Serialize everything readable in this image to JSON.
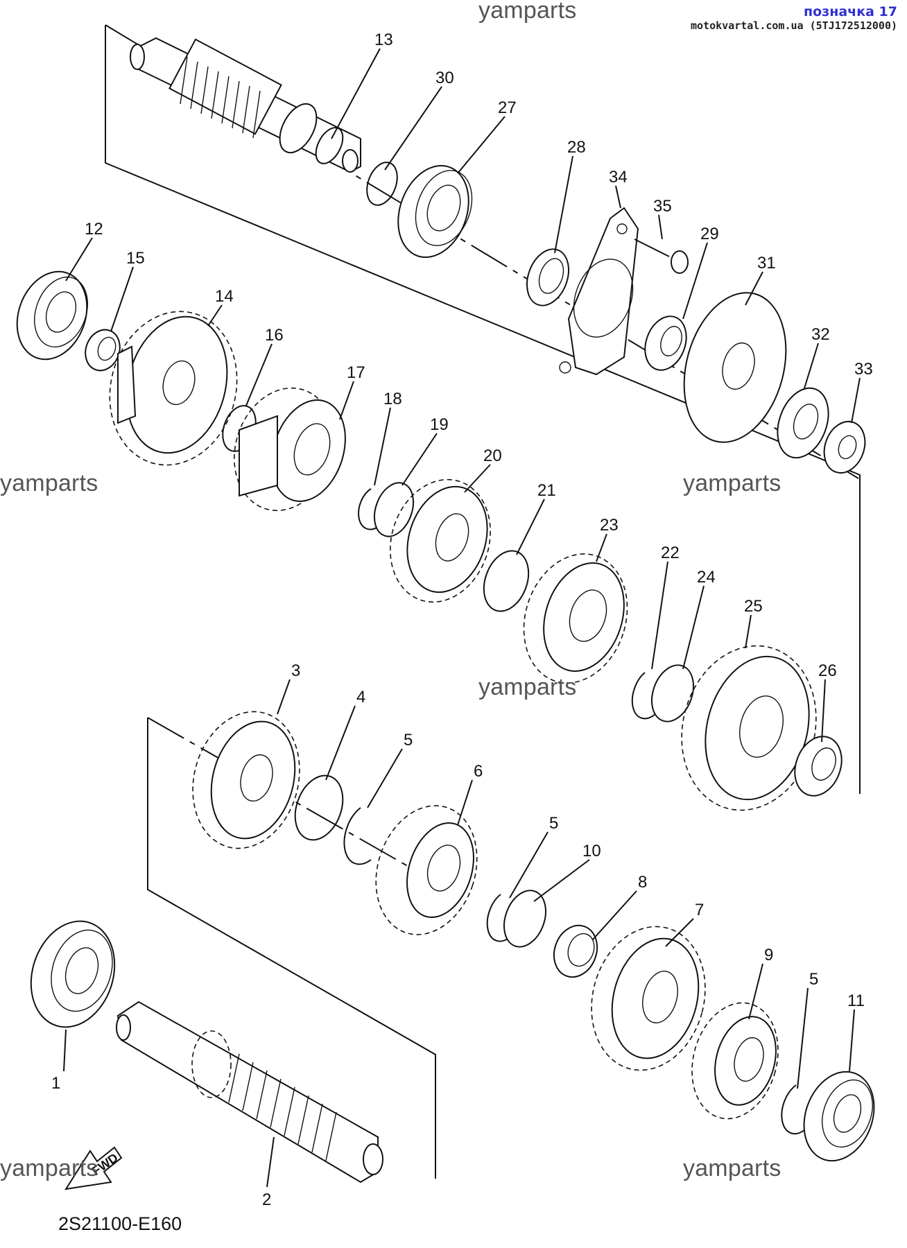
{
  "header": {
    "ref_title": "позначка 17",
    "ref_site": "motokvartal.com.ua (5TJ172512000)"
  },
  "watermark": "yamparts",
  "diagram_code": "2S21100-E160",
  "fwd_label": "FWD",
  "parts": [
    "1",
    "2",
    "3",
    "4",
    "5",
    "5",
    "5",
    "6",
    "7",
    "8",
    "9",
    "10",
    "11",
    "12",
    "13",
    "14",
    "15",
    "16",
    "17",
    "18",
    "19",
    "20",
    "21",
    "22",
    "23",
    "24",
    "25",
    "26",
    "27",
    "28",
    "29",
    "30",
    "31",
    "32",
    "33",
    "34",
    "35"
  ]
}
